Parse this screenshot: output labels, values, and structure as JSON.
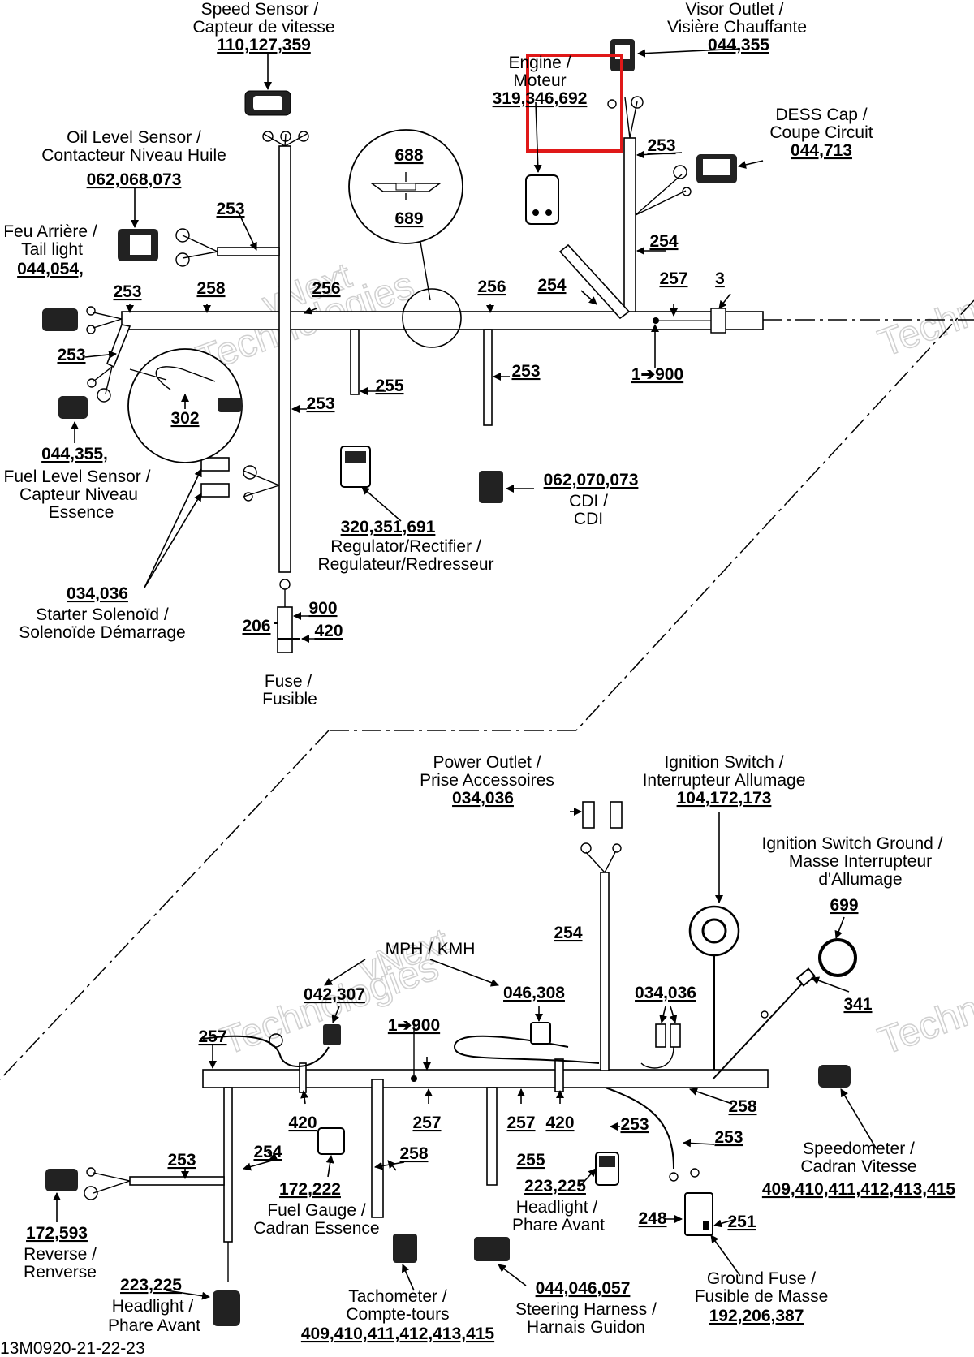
{
  "labels": {
    "speed_sensor": [
      "Speed Sensor /",
      "Capteur de vitesse",
      "110,127,359"
    ],
    "visor_outlet": [
      "Visor Outlet /",
      "Visière Chauffante",
      "044,355"
    ],
    "engine": [
      "Engine /",
      "Moteur",
      "319,346,692"
    ],
    "dess_cap": [
      "DESS Cap /",
      "Coupe Circuit",
      "044,713"
    ],
    "oil_level": [
      "Oil Level Sensor /",
      "Contacteur Niveau Huile",
      "062,068,073"
    ],
    "tail_light": [
      "Feu Arrière /",
      "Tail light",
      "044,054,"
    ],
    "fuel_level": [
      "044,355,",
      "Fuel Level Sensor /",
      "Capteur Niveau",
      "Essence"
    ],
    "starter": [
      "034,036",
      "Starter Solenoïd /",
      "Solenoïde Démarrage"
    ],
    "fuse": [
      "Fuse /",
      "Fusible"
    ],
    "regulator": [
      "320,351,691",
      "Regulator/Rectifier /",
      "Regulateur/Redresseur"
    ],
    "cdi": [
      "062,070,073",
      "CDI /",
      "CDI"
    ],
    "power_outlet": [
      "Power Outlet /",
      "Prise Accessoires",
      "034,036"
    ],
    "ignition_switch": [
      "Ignition Switch /",
      "Interrupteur Allumage",
      "104,172,173"
    ],
    "ignition_ground": [
      "Ignition Switch Ground /",
      "Masse Interrupteur",
      "d'Allumage",
      "699"
    ],
    "mph_kmh": "MPH / KMH",
    "speedometer": [
      "Speedometer /",
      "Cadran Vitesse",
      "409,410,411,412,413,415"
    ],
    "reverse": [
      "172,593",
      "Reverse /",
      "Renverse"
    ],
    "headlight_left": [
      "223,225",
      "Headlight /",
      "Phare Avant"
    ],
    "fuel_gauge": [
      "172,222",
      "Fuel Gauge /",
      "Cadran Essence"
    ],
    "headlight_mid": [
      "223,225",
      "Headlight /",
      "Phare Avant"
    ],
    "tachometer": [
      "Tachometer /",
      "Compte-tours",
      "409,410,411,412,413,415"
    ],
    "steering": [
      "044,046,057",
      "Steering Harness /",
      "Harnais Guidon"
    ],
    "ground_fuse": [
      "Ground Fuse /",
      "Fusible de Masse",
      "192,206,387"
    ]
  },
  "numbers": {
    "n688": "688",
    "n689": "689",
    "n302": "302",
    "n3": "3",
    "n253": "253",
    "n254": "254",
    "n255": "255",
    "n256": "256",
    "n257": "257",
    "n258": "258",
    "n206": "206",
    "n900": "900",
    "n420": "420",
    "n1to900": "1➔900",
    "n341": "341",
    "n042_307": "042,307",
    "n046_308": "046,308",
    "n034_036": "034,036",
    "n248": "248",
    "n251": "251"
  },
  "watermark": [
    "vNext",
    "Technologies"
  ],
  "footer_code": "13M0920-21-22-23",
  "highlight_color": "#e01818"
}
